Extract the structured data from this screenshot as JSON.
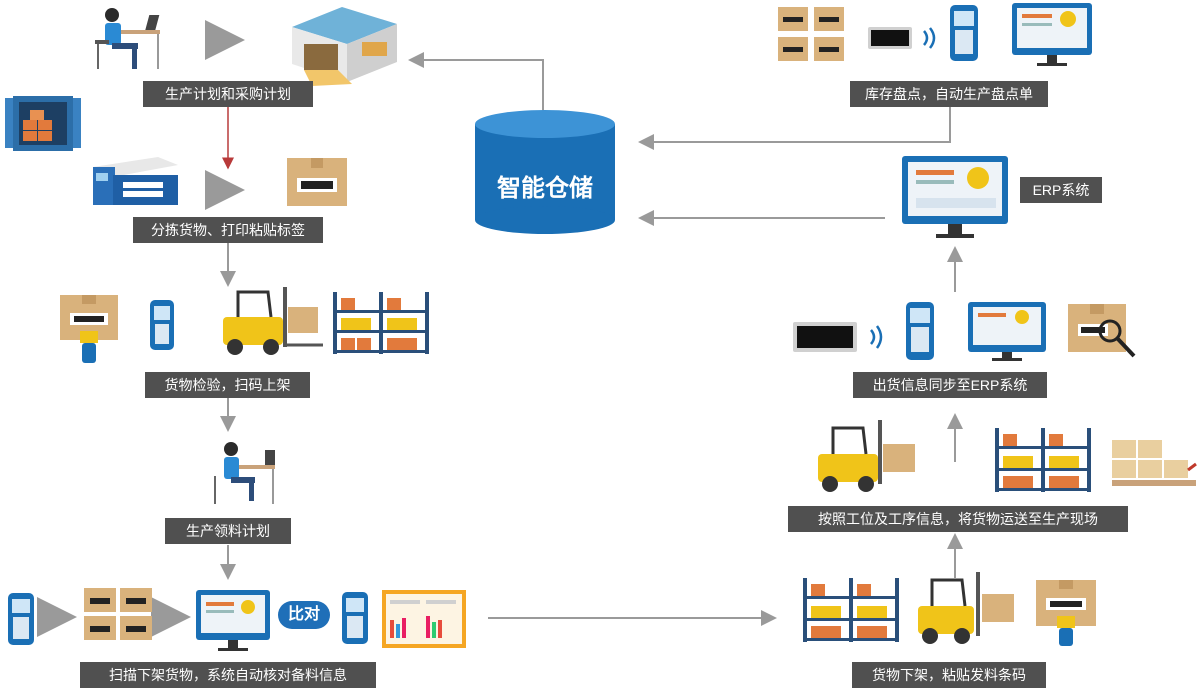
{
  "center": {
    "label": "智能仓储"
  },
  "steps": {
    "plan": "生产计划和采购计划",
    "sort": "分拣货物、打印粘贴标签",
    "inspect": "货物检验，扫码上架",
    "material_plan": "生产领料计划",
    "scan_check": "扫描下架货物，系统自动核对备料信息",
    "unload": "货物下架，粘贴发料条码",
    "transport": "按照工位及工序信息，将货物运送至生产现场",
    "sync": "出货信息同步至ERP系统",
    "erp": "ERP系统",
    "inventory": "库存盘点，自动生产盘点单"
  },
  "compare": "比对",
  "colors": {
    "blue": "#1a6fb5",
    "label_bg": "#505050",
    "arrow": "#999999",
    "box": "#d9b27c",
    "yellow": "#f0c419"
  }
}
